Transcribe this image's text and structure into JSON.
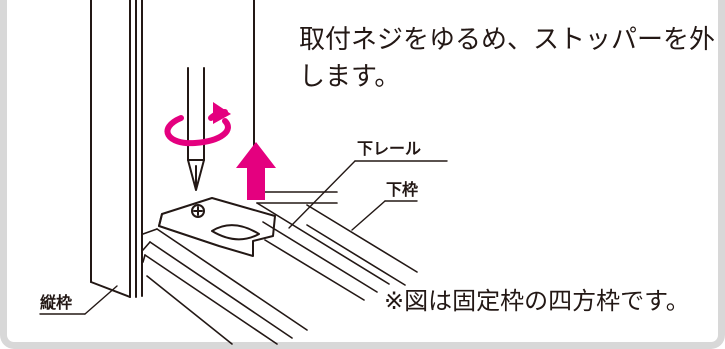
{
  "instruction": "取付ネジをゆるめ、ストッパーを外します。",
  "labels": {
    "lower_rail": "下レール",
    "lower_frame": "下枠",
    "vertical_frame": "縦枠"
  },
  "note": "※図は固定枠の四方枠です。",
  "colors": {
    "accent": "#e4007f",
    "line": "#231815",
    "border": "#d8d8d8"
  },
  "icons": [
    "rotate-arrow-icon",
    "up-arrow-icon"
  ]
}
